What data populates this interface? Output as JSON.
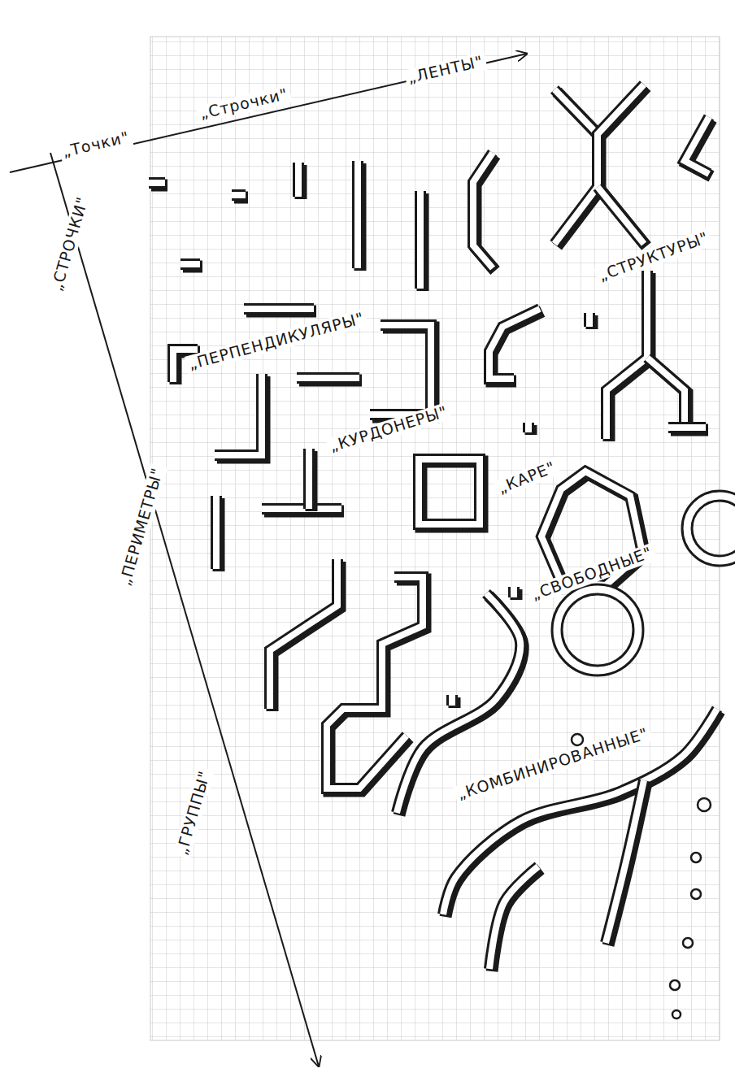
{
  "diagram": {
    "labels": [
      "„Точки\"",
      "„Строчки\"",
      "„ЛЕНТЫ\"",
      "„СТРОЧКИ\"",
      "„ПЕРИМЕТРЫ\"",
      "„ГРУППЫ\"",
      "„ПЕРПЕНДИКУЛЯРЫ\"",
      "„КУРДОНЕРЫ\"",
      "„КАРЕ\"",
      "„СТРУКТУРЫ\"",
      "„СВОБОДНЫЕ\"",
      "„КОМБИНИРОВАННЫЕ\""
    ]
  }
}
